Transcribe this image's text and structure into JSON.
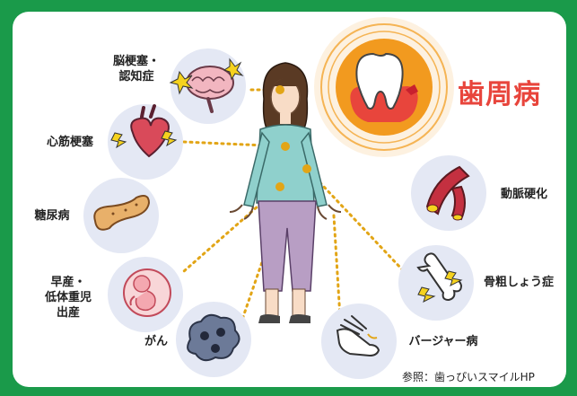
{
  "title": "歯周病",
  "diseases": {
    "brain": "脳梗塞・\n認知症",
    "heart": "心筋梗塞",
    "diabetes": "糖尿病",
    "premature": "早産・\n低体重児\n出産",
    "cancer": "がん",
    "artery": "動脈硬化",
    "bone": "骨粗しょう症",
    "buerger": "バージャー病"
  },
  "source": "参照：歯っぴいスマイルHP",
  "colors": {
    "frame": "#1a9a4a",
    "circle_bg": "#e4e8f4",
    "accent_orange": "#f29a1f",
    "title_red": "#e8453c",
    "dot_line": "#e2a516"
  }
}
